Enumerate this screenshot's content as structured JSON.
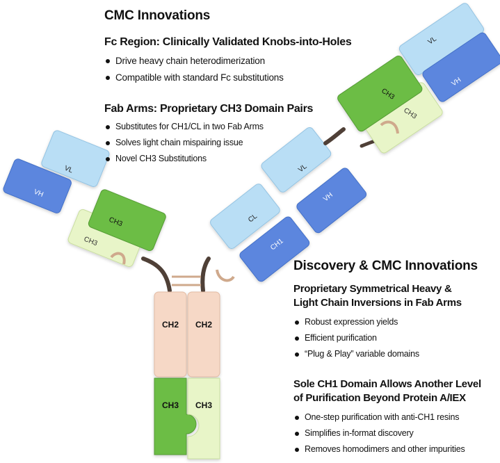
{
  "top_panel": {
    "title": "CMC Innovations",
    "fc": {
      "heading": "Fc Region: Clinically Validated Knobs-into-Holes",
      "bullets": [
        "Drive heavy chain heterodimerization",
        "Compatible with standard Fc substitutions"
      ]
    },
    "fab": {
      "heading": "Fab Arms: Proprietary CH3 Domain Pairs",
      "bullets": [
        "Substitutes for CH1/CL in two Fab Arms",
        "Solves light chain mispairing issue",
        "Novel CH3 Substitutions"
      ]
    }
  },
  "bottom_panel": {
    "title": "Discovery & CMC Innovations",
    "inversions": {
      "heading_line1": "Proprietary Symmetrical Heavy &",
      "heading_line2": "Light Chain Inversions in Fab Arms",
      "bullets": [
        "Robust expression yields",
        "Efficient purification",
        "“Plug & Play” variable domains"
      ]
    },
    "ch1": {
      "heading_line1": "Sole CH1 Domain Allows Another Level",
      "heading_line2": "of Purification Beyond Protein A/IEX",
      "bullets": [
        "One-step purification with anti-CH1 resins",
        "Simplifies in-format discovery",
        "Removes homodimers and other impurities"
      ]
    }
  },
  "domains": {
    "left_vl": "VL",
    "left_vh": "VH",
    "left_ch3_a": "CH3",
    "left_ch3_b": "CH3",
    "mid_vl": "VL",
    "mid_cl": "CL",
    "mid_vh": "VH",
    "mid_ch1": "CH1",
    "top_vl": "VL",
    "top_vh": "VH",
    "top_ch3_a": "CH3",
    "top_ch3_b": "CH3",
    "fc_ch2_left": "CH2",
    "fc_ch2_right": "CH2",
    "fc_ch3_left": "CH3",
    "fc_ch3_right": "CH3"
  },
  "colors": {
    "light_blue": "#b9def5",
    "blue": "#5b86de",
    "green": "#6cbd45",
    "pale_green": "#e8f5c8",
    "peach": "#f6d8c6",
    "linker": "#4f4037",
    "tan_loop": "#cfa98c"
  }
}
